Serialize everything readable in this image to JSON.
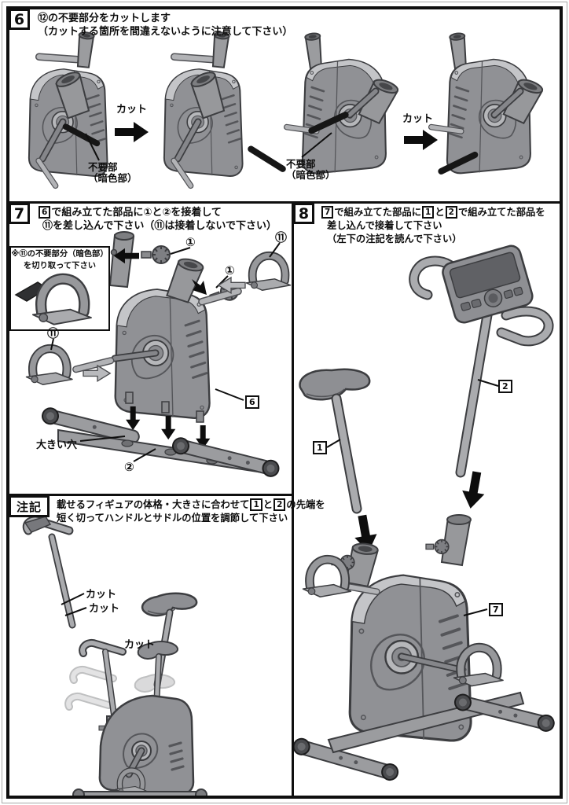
{
  "colors": {
    "background": "#ffffff",
    "outline": "#3c3d40",
    "body_gray": "#909195",
    "highlight_gray": "#c4c5c8",
    "dark_part": "#161616",
    "border": "#0f0f0f"
  },
  "step6": {
    "number": "6",
    "line1": "⑫の不要部分をカットします",
    "line2": "（カットする箇所を間違えないように注意して下さい）",
    "cut_label": "カット",
    "unneeded_line1": "不要部",
    "unneeded_line2": "（暗色部）"
  },
  "step7": {
    "number": "7",
    "ref_step": "6",
    "line1_rest": "で組み立てた部品に①と②を接着して",
    "line2": "⑪を差し込んで下さい（⑪は接着しないで下さい）",
    "note_line1": "※⑪の不要部分（暗色部）",
    "note_line2": "を切り取って下さい",
    "label_knob_top": "①",
    "label_knob_side": "①",
    "label_pedal_right": "⑪",
    "label_pedal_left": "⑪",
    "label_big_hole": "大きい穴",
    "label_base": "②",
    "label_body_ref": "6"
  },
  "step8": {
    "number": "8",
    "ref_step": "7",
    "line1_a": "で組み立てた部品に",
    "ref_part1": "1",
    "line1_b": "と",
    "ref_part2": "2",
    "line1_c": "で組み立てた部品を",
    "line2": "差し込んで接着して下さい",
    "line3": "（左下の注記を読んで下さい）",
    "label_seat_post": "1",
    "label_handle_post": "2",
    "label_body_ref": "7"
  },
  "note": {
    "title": "注記",
    "line1_a": "載せるフィギュアの体格・大きさに合わせて",
    "ref_part1": "1",
    "line1_b": "と",
    "ref_part2": "2",
    "line1_c": "の先端を",
    "line2": "短く切ってハンドルとサドルの位置を調節して下さい",
    "cut_handle_upper": "カット",
    "cut_handle_lower": "カット",
    "cut_saddle": "カット"
  }
}
